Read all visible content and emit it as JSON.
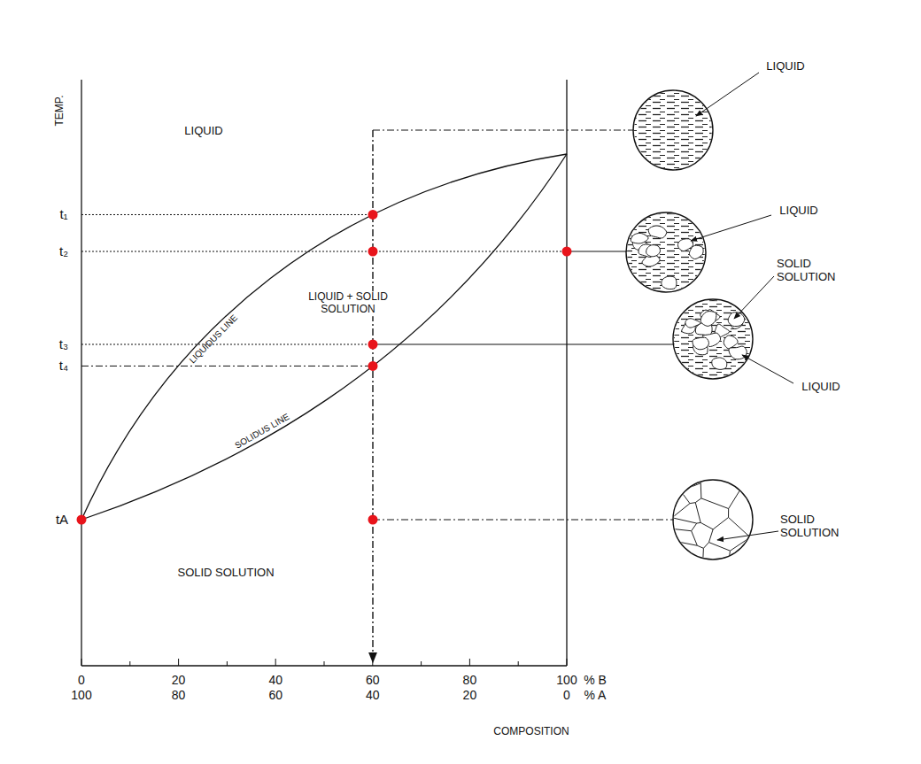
{
  "diagram": {
    "labels": [
      "TEMP.",
      "LIQUID",
      "t₁",
      "t₂",
      "LIQUIDUS LINE",
      "LIQUID + SOLID SOLUTION",
      "t₃",
      "t₄",
      "SOLIDUS LINE",
      "tA",
      "SOLID SOLUTION",
      "0",
      "20",
      "40",
      "60",
      "80",
      "100",
      "100",
      "80",
      "60",
      "40",
      "20",
      "0",
      "% B",
      "% A",
      "COMPOSITION",
      "LIQUID",
      "LIQUID",
      "SOLID SOLUTION",
      "LIQUID",
      "SOLID SOLUTION"
    ]
  }
}
